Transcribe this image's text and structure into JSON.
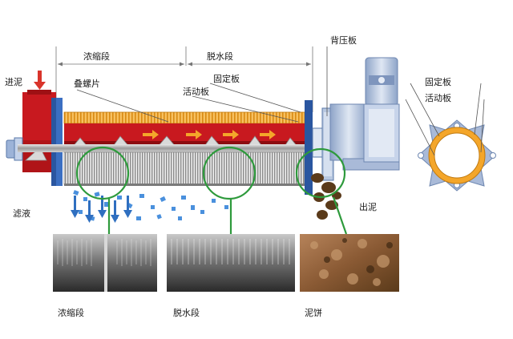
{
  "labels": {
    "inlet": "进泥",
    "thickening_zone": "浓缩段",
    "dewatering_zone": "脱水段",
    "back_pressure_plate": "背压板",
    "stacked_screw_plates": "叠螺片",
    "fixed_plate": "固定板",
    "moving_plate": "活动板",
    "fixed_plate_ring": "固定板",
    "moving_plate_ring": "活动板",
    "filtrate": "滤液",
    "sludge_out": "出泥",
    "photo_thickening": "浓缩段",
    "photo_dewatering": "脱水段",
    "photo_cake": "泥饼"
  },
  "colors": {
    "red_body": "#c8191f",
    "screw_fill": "#d9d9d9",
    "fixed_plate_orange": "#f4a62a",
    "motor_blue": "#b8c8e0",
    "green_callout": "#2e9a3c",
    "filtrate_blue": "#3a7fd0",
    "sludge_brown": "#5a3a1a"
  }
}
